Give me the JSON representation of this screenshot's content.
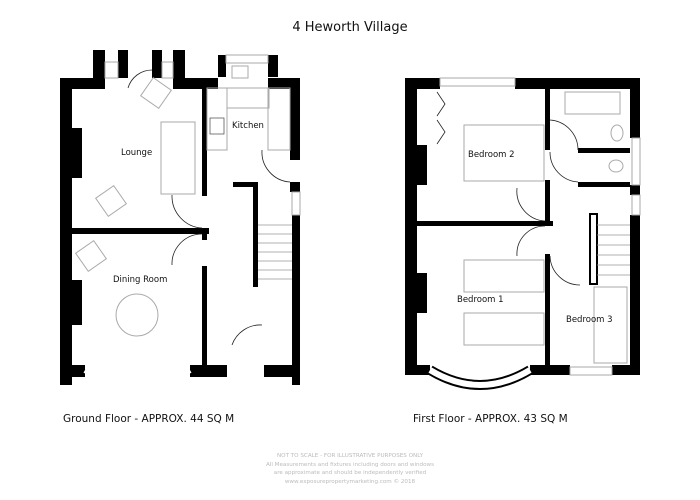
{
  "title": "4 Heworth Village",
  "ground_floor": {
    "caption": "Ground Floor -   APPROX. 44 SQ M",
    "rooms": [
      "Lounge",
      "Kitchen",
      "Dining Room"
    ]
  },
  "first_floor": {
    "caption": "First Floor -   APPROX. 43 SQ M",
    "rooms": [
      "Bedroom 2",
      "Bedroom 1",
      "Bedroom 3"
    ]
  },
  "disclaimer": [
    "NOT TO SCALE - FOR ILLUSTRATIVE PURPOSES ONLY",
    "All Measurements and fixtures including doors and windows",
    "are approximate and should be independently verified",
    "www.exposurepropertymarketing.com © 2018"
  ]
}
